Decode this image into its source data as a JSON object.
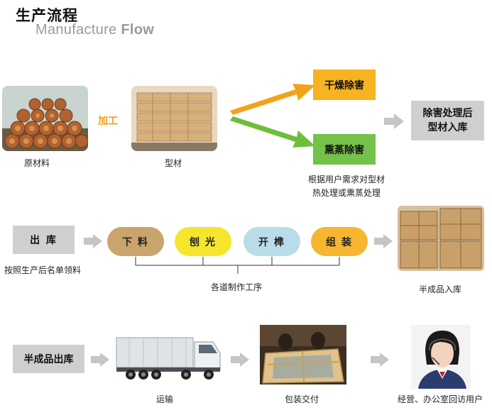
{
  "header": {
    "title_cn": "生产流程",
    "title_en_light": "Manufacture ",
    "title_en_bold": "Flow"
  },
  "row1": {
    "raw_material_caption": "原材料",
    "process_label": "加工",
    "profile_caption": "型材",
    "dry_label": "干燥除害",
    "fumigate_label": "熏蒸除害",
    "note_line1": "根据用户需求对型材",
    "note_line2": "热处理或熏蒸处理",
    "storage_label_line1": "除害处理后",
    "storage_label_line2": "型材入库"
  },
  "row2": {
    "outbound_label": "出 库",
    "outbound_caption": "按照生产后名单领料",
    "steps": [
      {
        "label": "下料",
        "color": "#c9a46c"
      },
      {
        "label": "刨光",
        "color": "#f5e52c"
      },
      {
        "label": "开榫",
        "color": "#b8dde8"
      },
      {
        "label": "组装",
        "color": "#f6b630"
      }
    ],
    "process_caption": "各道制作工序",
    "semi_storage_caption": "半成品入库"
  },
  "row3": {
    "semi_outbound_label": "半成品出库",
    "transport_caption": "运输",
    "delivery_caption": "包装交付",
    "office_caption": "经营、办公室回访用户"
  }
}
